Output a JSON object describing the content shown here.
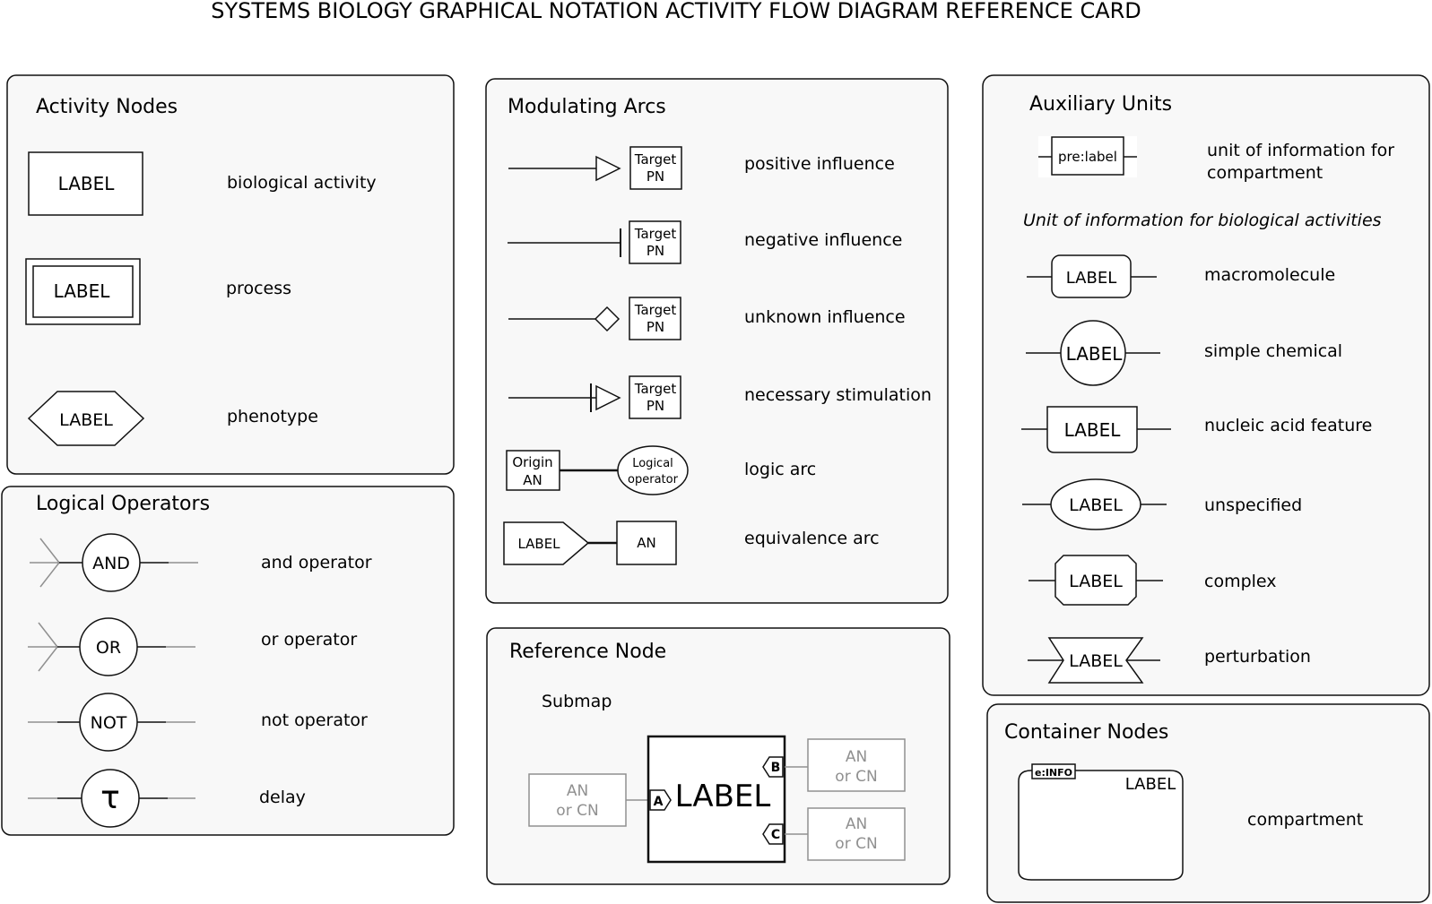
{
  "title": "SYSTEMS BIOLOGY GRAPHICAL NOTATION ACTIVITY FLOW DIAGRAM REFERENCE CARD",
  "activity_nodes": {
    "heading": "Activity Nodes",
    "node_label": "LABEL",
    "items": [
      {
        "label": "biological activity"
      },
      {
        "label": "process"
      },
      {
        "label": "phenotype"
      }
    ]
  },
  "logical_operators": {
    "heading": "Logical Operators",
    "items": [
      {
        "symbol": "AND",
        "label": "and operator"
      },
      {
        "symbol": "OR",
        "label": "or operator"
      },
      {
        "symbol": "NOT",
        "label": "not operator"
      },
      {
        "symbol": "τ",
        "label": "delay"
      }
    ]
  },
  "modulating_arcs": {
    "heading": "Modulating Arcs",
    "target_line1": "Target",
    "target_line2": "PN",
    "items": [
      {
        "label": "positive influence"
      },
      {
        "label": "negative influence"
      },
      {
        "label": "unknown influence"
      },
      {
        "label": "necessary stimulation"
      },
      {
        "label": "logic arc"
      },
      {
        "label": "equivalence arc"
      }
    ],
    "origin_line1": "Origin",
    "origin_line2": "AN",
    "logical_line1": "Logical",
    "logical_line2": "operator",
    "equiv_label": "LABEL",
    "equiv_an": "AN"
  },
  "reference_node": {
    "heading": "Reference Node",
    "submap_label": "Submap",
    "main_label": "LABEL",
    "port_a": "A",
    "port_b": "B",
    "port_c": "C",
    "an_line1": "AN",
    "an_line2": "or CN"
  },
  "auxiliary_units": {
    "heading": "Auxiliary Units",
    "pre_label": "pre:label",
    "compartment_info_line1": "unit of information for",
    "compartment_info_line2": "compartment",
    "subheading": "Unit of information for biological activities",
    "unit_label": "LABEL",
    "items": [
      {
        "label": "macromolecule"
      },
      {
        "label": "simple chemical"
      },
      {
        "label": "nucleic acid feature"
      },
      {
        "label": "unspecified"
      },
      {
        "label": "complex"
      },
      {
        "label": "perturbation"
      }
    ]
  },
  "container_nodes": {
    "heading": "Container Nodes",
    "info_tag": "e:INFO",
    "compartment_label": "LABEL",
    "item_label": "compartment"
  },
  "colors": {
    "panel_fill": "#f8f8f8",
    "stroke": "#111111",
    "grey": "#909090"
  }
}
